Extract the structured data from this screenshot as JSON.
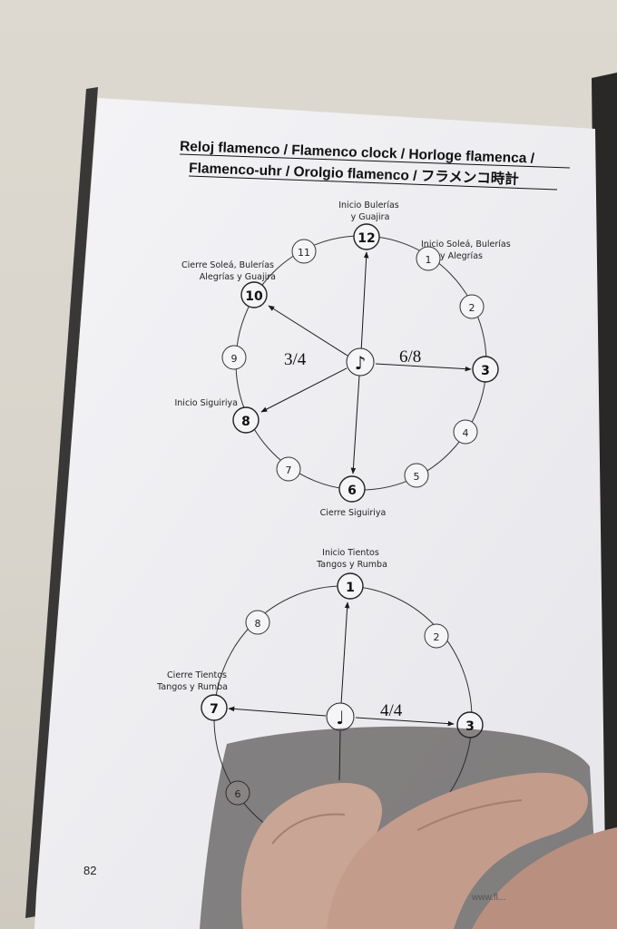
{
  "title": {
    "line1": "Reloj flamenco / Flamenco clock / Horloge flamenca /",
    "line2": "Flamenco-uhr / Orolgio flamenco / フラメンコ時計"
  },
  "clock1": {
    "numbers": [
      "1",
      "2",
      "3",
      "4",
      "5",
      "6",
      "7",
      "8",
      "9",
      "10",
      "11",
      "12"
    ],
    "annotations": {
      "inicio_bulerias_1": "Inicio Bulerías",
      "inicio_bulerias_2": "y Guajira",
      "inicio_solea_1": "Inicio Soleá, Bulerías",
      "inicio_solea_2": "y Alegrías",
      "cierre_solea_1": "Cierre Soleá, Bulerías",
      "cierre_solea_2": "Alegrías y Guajira",
      "inicio_siguiriya": "Inicio Siguiriya",
      "cierre_siguiriya": "Cierre Siguiriya"
    },
    "meter_left": "3/4",
    "meter_right": "6/8",
    "center_symbol": "♪"
  },
  "clock2": {
    "numbers": [
      "1",
      "2",
      "3",
      "6",
      "7",
      "8"
    ],
    "annotations": {
      "inicio_tientos_1": "Inicio Tientos",
      "inicio_tientos_2": "Tangos y Rumba",
      "cierre_tientos_1": "Cierre Tientos",
      "cierre_tientos_2": "Tangos y Rumba"
    },
    "meter": "4/4",
    "center_symbol": "♩"
  },
  "page_number": "82",
  "footer_url": "www.fl..."
}
